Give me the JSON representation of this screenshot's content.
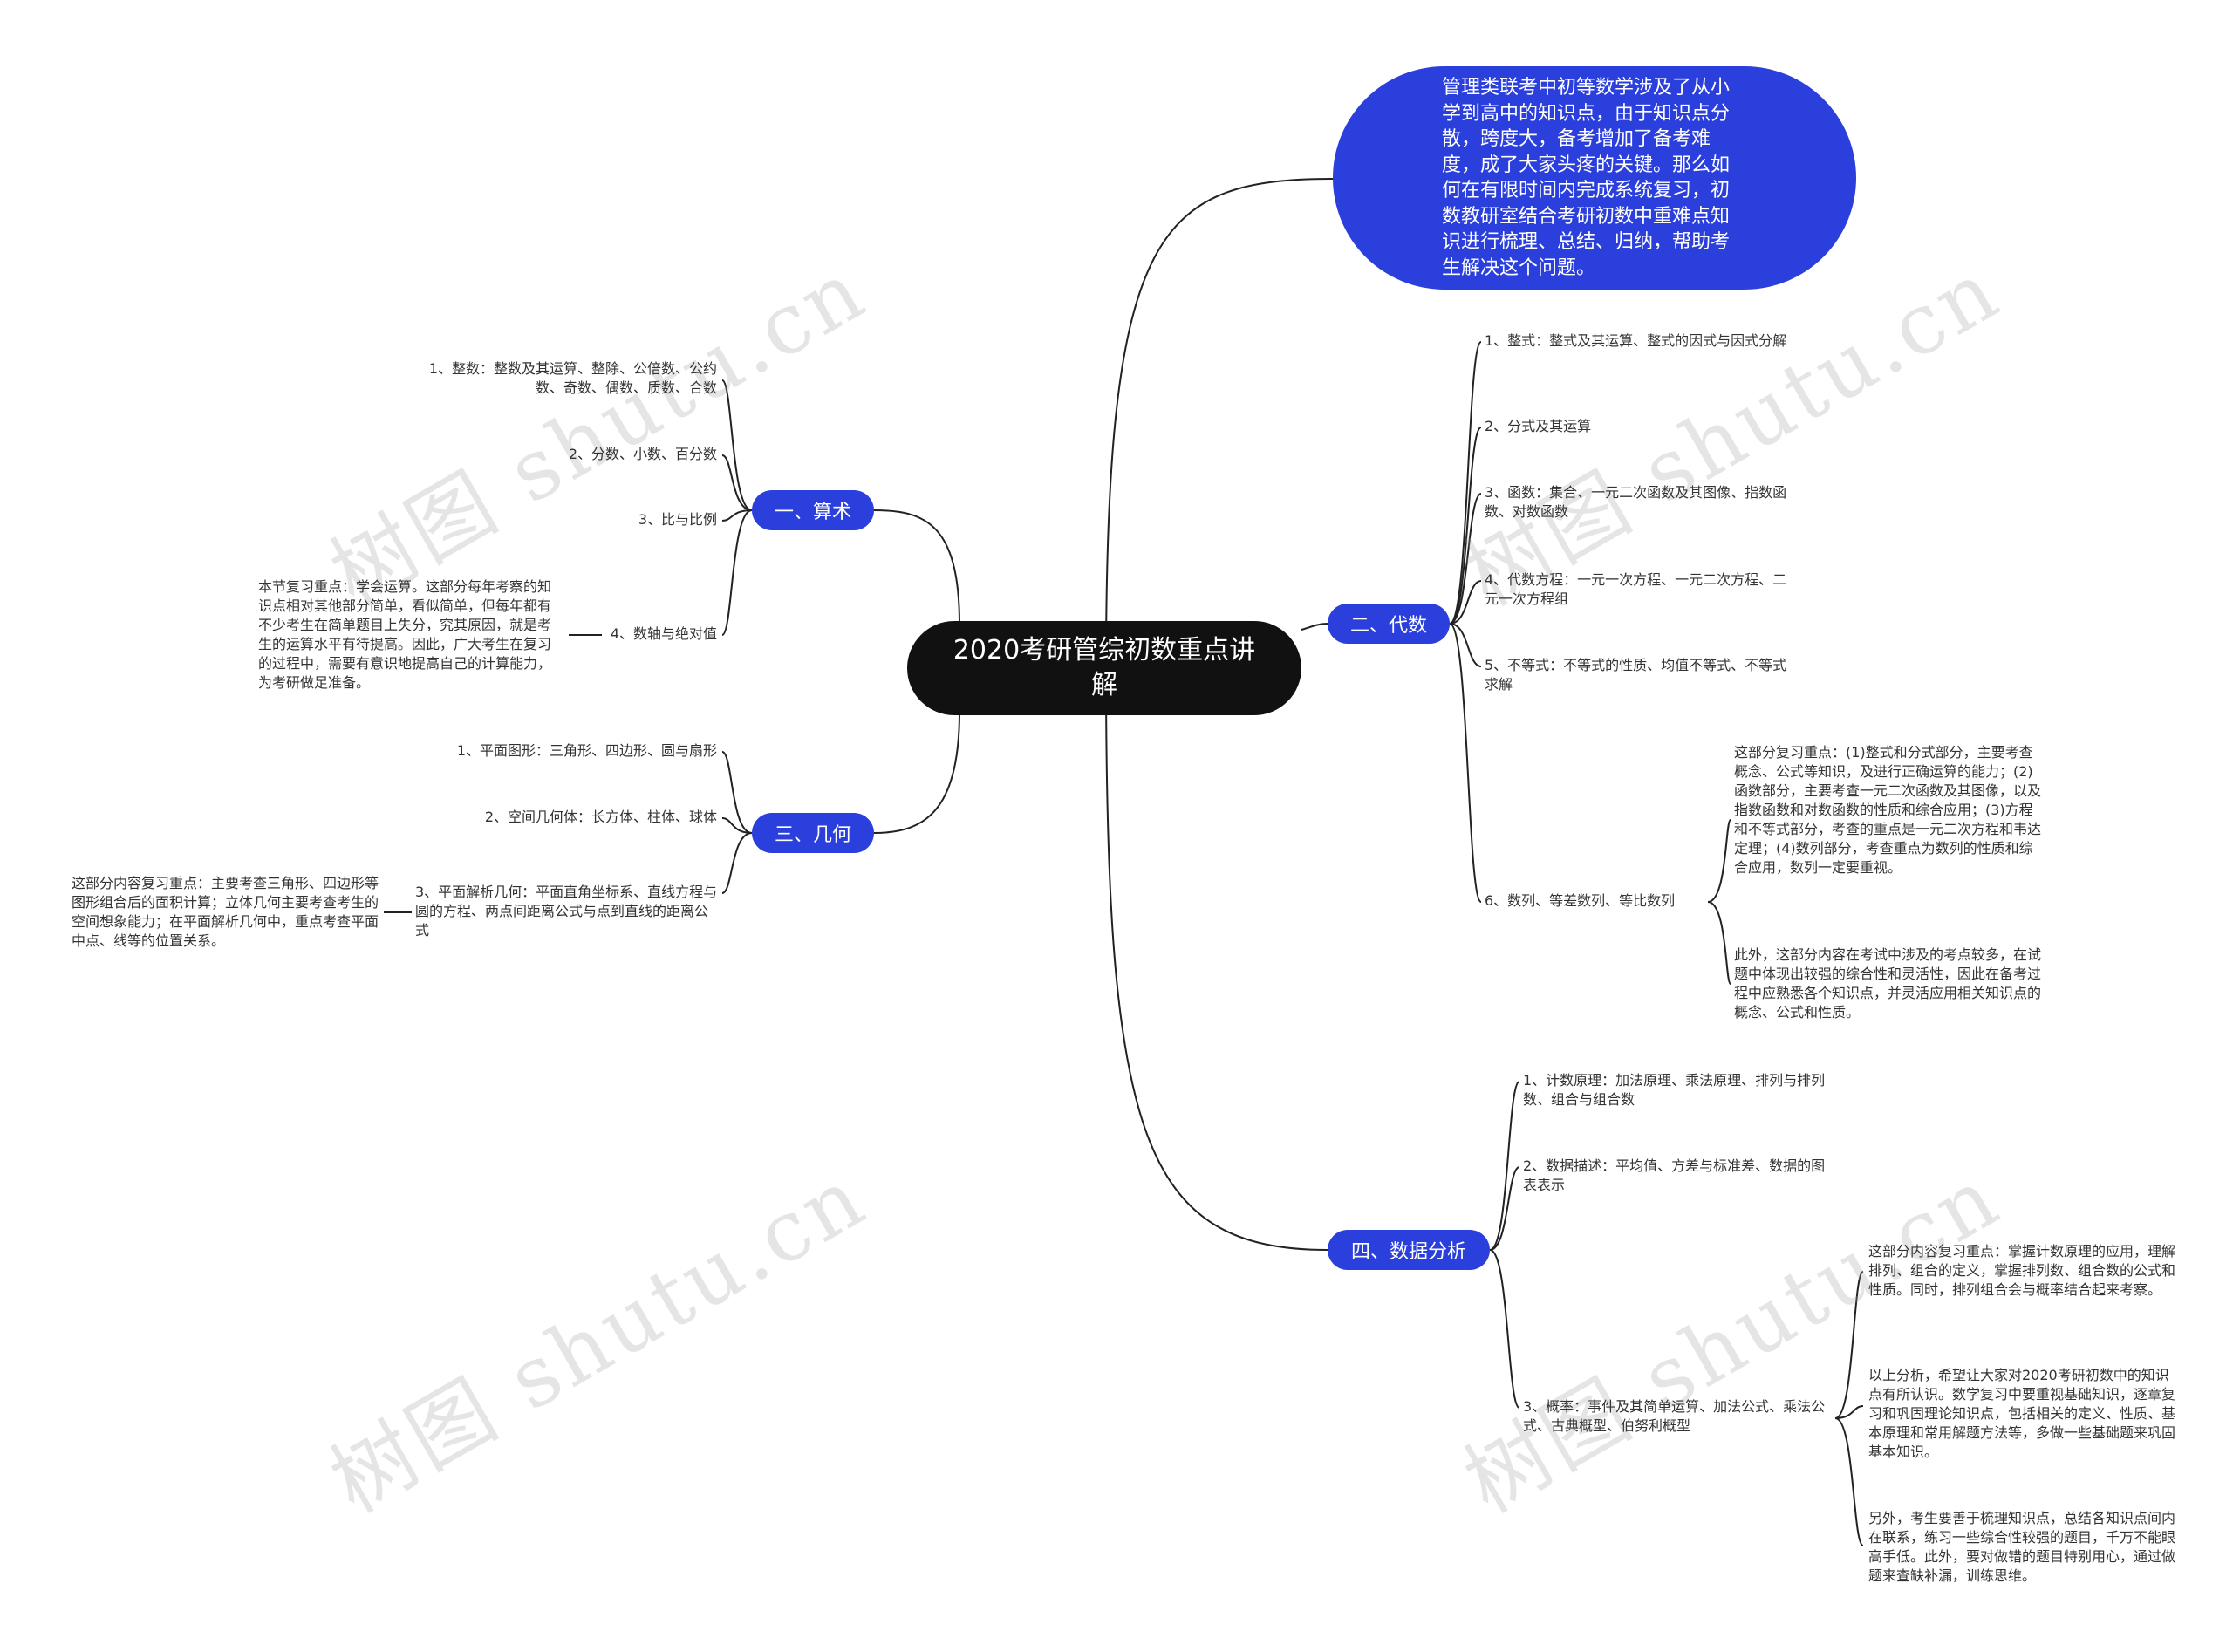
{
  "root": {
    "title": "2020考研管综初数重点讲解"
  },
  "intro": "管理类联考中初等数学涉及了从小学到高中的知识点，由于知识点分散，跨度大，备考增加了备考难度，成了大家头疼的关键。那么如何在有限时间内完成系统复习，初数教研室结合考研初数中重难点知识进行梳理、总结、归纳，帮助考生解决这个问题。",
  "branches": {
    "arith": {
      "label": "一、算术",
      "items": [
        "1、整数：整数及其运算、整除、公倍数、公约数、奇数、偶数、质数、合数",
        "2、分数、小数、百分数",
        "3、比与比例",
        "4、数轴与绝对值"
      ],
      "note": "本节复习重点：学会运算。这部分每年考察的知识点相对其他部分简单，看似简单，但每年都有不少考生在简单题目上失分，究其原因，就是考生的运算水平有待提高。因此，广大考生在复习的过程中，需要有意识地提高自己的计算能力，为考研做足准备。"
    },
    "geom": {
      "label": "三、几何",
      "items": [
        "1、平面图形：三角形、四边形、圆与扇形",
        "2、空间几何体：长方体、柱体、球体",
        "3、平面解析几何：平面直角坐标系、直线方程与圆的方程、两点间距离公式与点到直线的距离公式"
      ],
      "note": "这部分内容复习重点：主要考查三角形、四边形等图形组合后的面积计算；立体几何主要考查考生的空间想象能力；在平面解析几何中，重点考查平面中点、线等的位置关系。"
    },
    "algebra": {
      "label": "二、代数",
      "items": [
        "1、整式：整式及其运算、整式的因式与因式分解",
        "2、分式及其运算",
        "3、函数：集合、一元二次函数及其图像、指数函数、对数函数",
        "4、代数方程：一元一次方程、一元二次方程、二元一次方程组",
        "5、不等式：不等式的性质、均值不等式、不等式求解",
        "6、数列、等差数列、等比数列"
      ],
      "notes": [
        "这部分复习重点：(1)整式和分式部分，主要考查概念、公式等知识，及进行正确运算的能力；(2)函数部分，主要考查一元二次函数及其图像，以及指数函数和对数函数的性质和综合应用；(3)方程和不等式部分，考查的重点是一元二次方程和韦达定理；(4)数列部分，考查重点为数列的性质和综合应用，数列一定要重视。",
        "此外，这部分内容在考试中涉及的考点较多，在试题中体现出较强的综合性和灵活性，因此在备考过程中应熟悉各个知识点，并灵活应用相关知识点的概念、公式和性质。"
      ]
    },
    "data": {
      "label": "四、数据分析",
      "items": [
        "1、计数原理：加法原理、乘法原理、排列与排列数、组合与组合数",
        "2、数据描述：平均值、方差与标准差、数据的图表表示",
        "3、概率：事件及其简单运算、加法公式、乘法公式、古典概型、伯努利概型"
      ],
      "notes": [
        "这部分内容复习重点：掌握计数原理的应用，理解排列、组合的定义，掌握排列数、组合数的公式和性质。同时，排列组合会与概率结合起来考察。",
        "以上分析，希望让大家对2020考研初数中的知识点有所认识。数学复习中要重视基础知识，逐章复习和巩固理论知识点，包括相关的定义、性质、基本原理和常用解题方法等，多做一些基础题来巩固基本知识。",
        "另外，考生要善于梳理知识点，总结各知识点间内在联系，练习一些综合性较强的题目，千万不能眼高手低。此外，要对做错的题目特别用心，通过做题来查缺补漏，训练思维。"
      ]
    }
  },
  "watermark": "树图 shutu.cn",
  "colors": {
    "branch": "#2b3fdc",
    "root": "#111111",
    "line": "#222222"
  }
}
